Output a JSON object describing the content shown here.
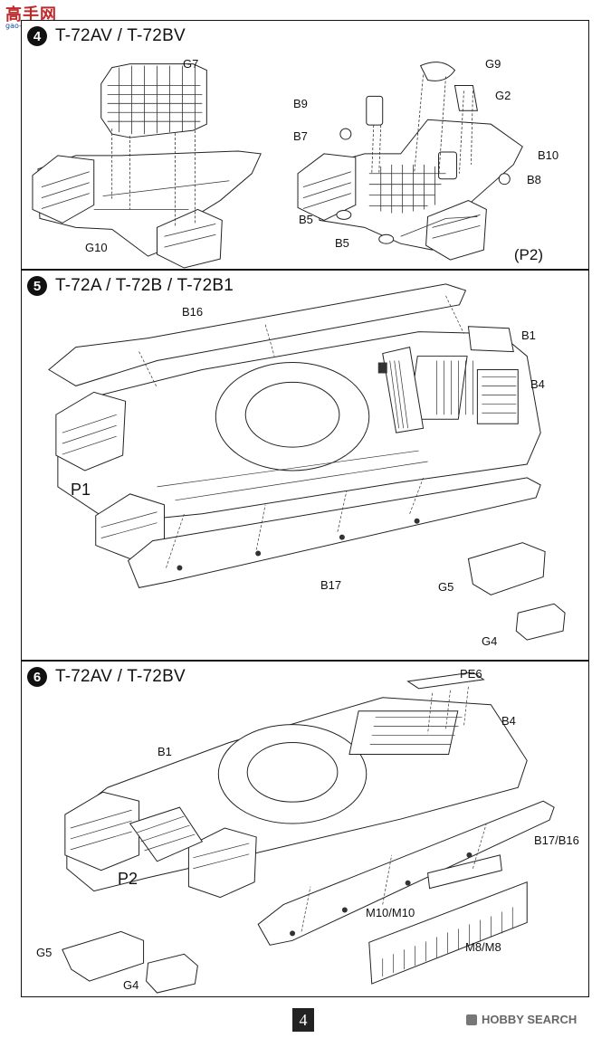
{
  "watermark": {
    "cn_text": "高手网",
    "url_text": "gao-shou.com"
  },
  "steps": [
    {
      "number": "4",
      "title": "T-72AV  /  T-72BV",
      "labels": {
        "g7": "G7",
        "g10": "G10",
        "g9": "G9",
        "b9": "B9",
        "g2": "G2",
        "b7": "B7",
        "b10": "B10",
        "b8": "B8",
        "b5a": "B5",
        "b5b": "B5",
        "p2": "(P2)"
      }
    },
    {
      "number": "5",
      "title": "T-72A  /  T-72B / T-72B1",
      "labels": {
        "b16": "B16",
        "b1": "B1",
        "b4": "B4",
        "p1": "P1",
        "b17": "B17",
        "g5": "G5",
        "g4": "G4"
      }
    },
    {
      "number": "6",
      "title": "T-72AV  /  T-72BV",
      "labels": {
        "pe6": "PE6",
        "b4": "B4",
        "b1": "B1",
        "b17b16": "B17/B16",
        "p2": "P2",
        "m10": "M10/M10",
        "m8": "M8/M8",
        "g5": "G5",
        "g4": "G4"
      }
    }
  ],
  "page_number": "4",
  "footer": {
    "brand": "HOBBY SEARCH"
  }
}
